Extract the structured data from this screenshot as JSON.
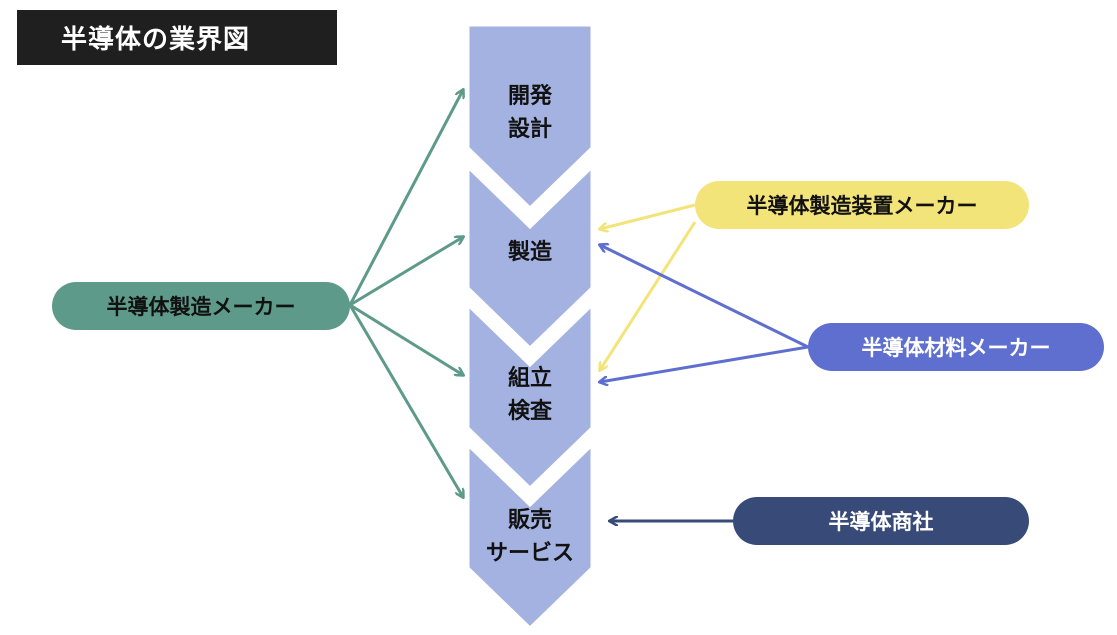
{
  "title": "半導体の業界図",
  "steps": [
    {
      "line1": "開発",
      "line2": "設計"
    },
    {
      "line1": "製造",
      "line2": ""
    },
    {
      "line1": "組立",
      "line2": "検査"
    },
    {
      "line1": "販売",
      "line2": "サービス"
    }
  ],
  "actors": {
    "manufacturer": "半導体製造メーカー",
    "equipment": "半導体製造装置メーカー",
    "materials": "半導体材料メーカー",
    "trading": "半導体商社"
  },
  "colors": {
    "chevron": "#a3b2e0",
    "manufacturer": "#5e9a8a",
    "equipment": "#f3e47a",
    "materials": "#5f6fcf",
    "trading": "#384a78"
  }
}
